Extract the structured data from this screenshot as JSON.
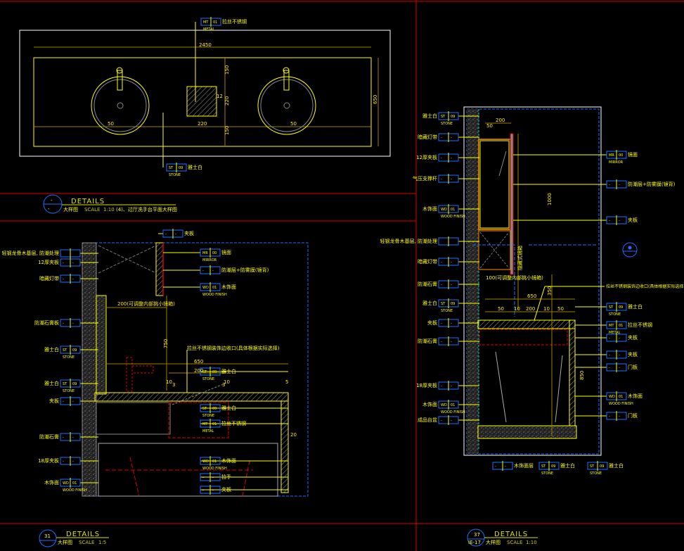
{
  "colors": {
    "frame": "#e00000",
    "text": "#ffff00",
    "tag": "#1e6fff",
    "dim": "#a08000",
    "outline": "#ffffff"
  },
  "plan": {
    "dims": {
      "overall": "2450",
      "depth": "650",
      "upper": "150",
      "box": "220",
      "lower": "150",
      "box_w": "220",
      "sink_left": "50",
      "sink_right": "50",
      "gap": "12"
    },
    "tags": [
      {
        "code": "MT",
        "num": "01",
        "label": "拉丝不锈钢",
        "sub": "METAL"
      },
      {
        "code": "ST",
        "num": "09",
        "label": "雅士白",
        "sub": "STONE"
      }
    ],
    "title": {
      "num": "-",
      "sheet": "-",
      "heading": "DETAILS",
      "name": "大样图",
      "scale_label": "SCALE",
      "scale": "1:10",
      "note": "(4)、过厅洗手台平面大样图"
    }
  },
  "section_a": {
    "dims": {
      "v1": "750",
      "h1": "650",
      "h2": "200",
      "n1": "10",
      "n2": "10",
      "n3": "3",
      "n4": "3",
      "n5": "5",
      "n6": "20",
      "note1": "200(可调整内部挑小镜箱)",
      "note2": "拉丝不锈钢装饰边收口(具体根据实际选择)"
    },
    "left_tags": [
      {
        "code": "",
        "num": "",
        "label": "轻钢龙骨木基层, 防潮处理",
        "sub": ""
      },
      {
        "code": "-",
        "num": "-",
        "label": "12厚夹板",
        "sub": ""
      },
      {
        "code": "-",
        "num": "-",
        "label": "暗藏灯带",
        "sub": ""
      },
      {
        "code": "-",
        "num": "-",
        "label": "防潮石膏板",
        "sub": ""
      },
      {
        "code": "ST",
        "num": "09",
        "label": "雅士白",
        "sub": "STONE"
      },
      {
        "code": "ST",
        "num": "09",
        "label": "雅士白",
        "sub": "STONE"
      },
      {
        "code": "-",
        "num": "-",
        "label": "夹板",
        "sub": ""
      },
      {
        "code": "-",
        "num": "-",
        "label": "防潮石膏",
        "sub": ""
      },
      {
        "code": "-",
        "num": "-",
        "label": "18厚夹板",
        "sub": ""
      },
      {
        "code": "WD",
        "num": "01",
        "label": "木饰面",
        "sub": "WOOD FINISH"
      }
    ],
    "right_tags": [
      {
        "code": "-",
        "num": "-",
        "label": "夹板",
        "sub": ""
      },
      {
        "code": "MR",
        "num": "00",
        "label": "镜面",
        "sub": "MIRROR"
      },
      {
        "code": "-",
        "num": "-",
        "label": "防潮层+防雾膜(镜背)",
        "sub": ""
      },
      {
        "code": "WD",
        "num": "01",
        "label": "木饰面",
        "sub": "WOOD FINISH"
      },
      {
        "code": "ST",
        "num": "09",
        "label": "雅士白",
        "sub": "STONE"
      },
      {
        "code": "ST",
        "num": "09",
        "label": "雅士白",
        "sub": "STONE"
      },
      {
        "code": "MT",
        "num": "01",
        "label": "拉丝不锈钢",
        "sub": "METAL"
      },
      {
        "code": "WD",
        "num": "01",
        "label": "木饰面",
        "sub": "WOOD FINISH"
      },
      {
        "code": "-",
        "num": "-",
        "label": "拉手",
        "sub": ""
      },
      {
        "code": "-",
        "num": "-",
        "label": "夹板",
        "sub": ""
      }
    ],
    "title": {
      "num": "31",
      "heading": "DETAILS",
      "name": "大样图",
      "scale_label": "SCALE",
      "scale": "1:5"
    }
  },
  "section_b": {
    "dims": {
      "d1": "200",
      "d2": "50",
      "v1": "1000",
      "v2": "350",
      "v3": "850",
      "h1": "650",
      "h2": "200",
      "n1": "10",
      "n2": "10",
      "n3": "50",
      "n4": "50",
      "note1": "100(可调整内部挑小镜箱)",
      "note2": "拉丝不锈钢装饰边收口(具体根据实际选择)",
      "note3": "隐藏式镜箱"
    },
    "left_tags": [
      {
        "code": "ST",
        "num": "09",
        "label": "雅士白",
        "sub": "STONE"
      },
      {
        "code": "-",
        "num": "-",
        "label": "暗藏灯带",
        "sub": ""
      },
      {
        "code": "-",
        "num": "-",
        "label": "12厚夹板",
        "sub": ""
      },
      {
        "code": "-",
        "num": "-",
        "label": "气压支撑杆",
        "sub": ""
      },
      {
        "code": "WD",
        "num": "01",
        "label": "木饰面",
        "sub": "WOOD FINISH"
      },
      {
        "code": "",
        "num": "",
        "label": "轻钢龙骨木基层, 防潮处理",
        "sub": ""
      },
      {
        "code": "-",
        "num": "-",
        "label": "暗藏灯带",
        "sub": ""
      },
      {
        "code": "-",
        "num": "-",
        "label": "防潮石膏",
        "sub": ""
      },
      {
        "code": "ST",
        "num": "09",
        "label": "雅士白",
        "sub": "STONE"
      },
      {
        "code": "-",
        "num": "-",
        "label": "夹板",
        "sub": ""
      },
      {
        "code": "-",
        "num": "-",
        "label": "防潮石膏",
        "sub": ""
      },
      {
        "code": "-",
        "num": "-",
        "label": "18厚夹板",
        "sub": ""
      },
      {
        "code": "WD",
        "num": "01",
        "label": "木饰面",
        "sub": "WOOD FINISH"
      },
      {
        "code": "-",
        "num": "-",
        "label": "成品台盆",
        "sub": ""
      }
    ],
    "right_tags": [
      {
        "code": "MR",
        "num": "00",
        "label": "镜面",
        "sub": "MIRROR"
      },
      {
        "code": "-",
        "num": "-",
        "label": "防潮层+防雾膜(镜背)",
        "sub": ""
      },
      {
        "code": "-",
        "num": "-",
        "label": "夹板",
        "sub": ""
      },
      {
        "code": "ST",
        "num": "09",
        "label": "雅士白",
        "sub": "STONE"
      },
      {
        "code": "MT",
        "num": "01",
        "label": "拉丝不锈钢",
        "sub": "METAL"
      },
      {
        "code": "-",
        "num": "-",
        "label": "夹板",
        "sub": ""
      },
      {
        "code": "-",
        "num": "-",
        "label": "夹板",
        "sub": ""
      },
      {
        "code": "-",
        "num": "-",
        "label": "门板",
        "sub": ""
      },
      {
        "code": "WD",
        "num": "01",
        "label": "木饰面",
        "sub": "WOOD FINISH"
      },
      {
        "code": "-",
        "num": "-",
        "label": "门板",
        "sub": ""
      }
    ],
    "bottom_tags": [
      {
        "code": "-",
        "num": "-",
        "label": "木饰面层",
        "sub": ""
      },
      {
        "code": "ST",
        "num": "09",
        "label": "雅士白",
        "sub": "STONE"
      },
      {
        "code": "ST",
        "num": "09",
        "label": "雅士白",
        "sub": "STONE"
      }
    ],
    "title": {
      "num": "37",
      "sheet": "IE-17",
      "heading": "DETAILS",
      "name": "大样图",
      "scale_label": "SCALE",
      "scale": "1:10"
    }
  }
}
